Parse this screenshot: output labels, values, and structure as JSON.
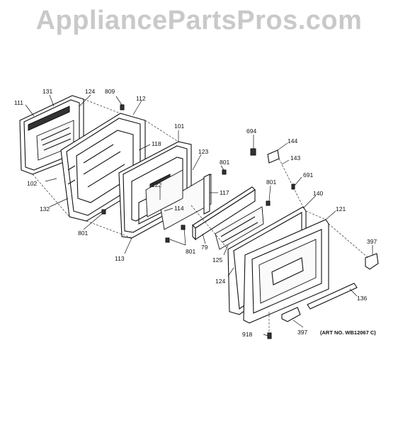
{
  "watermark": "AppliancePartsPros.com",
  "art_number": "(ART NO. WB12067 C)",
  "callouts": [
    "111",
    "131",
    "124",
    "809",
    "112",
    "101",
    "118",
    "123",
    "102",
    "132",
    "801",
    "122",
    "114",
    "117",
    "801",
    "113",
    "801",
    "79",
    "694",
    "144",
    "143",
    "691",
    "801",
    "140",
    "121",
    "125",
    "124",
    "397",
    "136",
    "918",
    "397"
  ]
}
